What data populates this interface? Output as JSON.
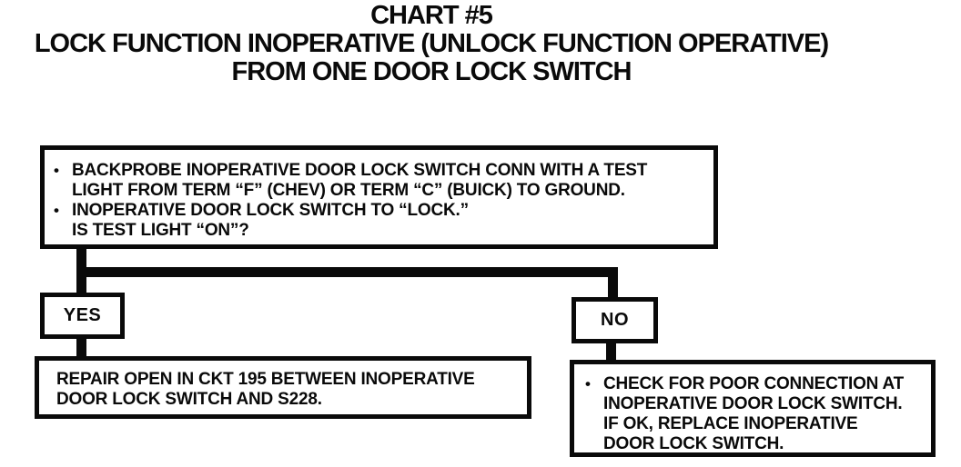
{
  "title": {
    "line1": "CHART #5",
    "line2": "LOCK FUNCTION INOPERATIVE (UNLOCK FUNCTION OPERATIVE)",
    "line3": "FROM ONE DOOR LOCK SWITCH"
  },
  "glyphs": {
    "bullet": "•"
  },
  "top_box": {
    "bullets": [
      {
        "lines": [
          "BACKPROBE INOPERATIVE DOOR LOCK SWITCH CONN WITH A TEST",
          "LIGHT FROM TERM “F” (CHEV) OR TERM “C” (BUICK) TO GROUND."
        ]
      },
      {
        "lines": [
          "INOPERATIVE DOOR LOCK SWITCH TO “LOCK.”",
          "IS TEST LIGHT “ON”?"
        ]
      }
    ]
  },
  "branches": {
    "yes_label": "YES",
    "no_label": "NO"
  },
  "yes_result": {
    "lines": [
      "REPAIR OPEN IN CKT 195 BETWEEN INOPERATIVE",
      "DOOR LOCK SWITCH AND S228."
    ]
  },
  "no_result": {
    "lines": [
      "CHECK FOR POOR CONNECTION AT",
      "INOPERATIVE DOOR LOCK SWITCH.",
      "IF OK, REPLACE INOPERATIVE",
      "DOOR LOCK SWITCH."
    ]
  }
}
